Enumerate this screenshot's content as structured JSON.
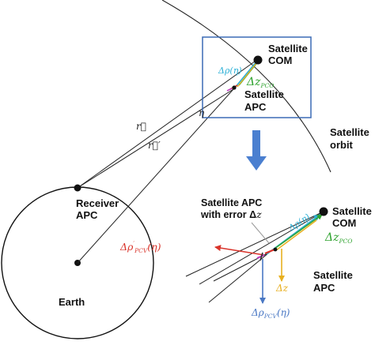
{
  "labels": {
    "sat_com_top_1": "Satellite",
    "sat_com_top_2": "COM",
    "sat_apc_top_1": "Satellite",
    "sat_apc_top_2": "APC",
    "sat_orbit_1": "Satellite",
    "sat_orbit_2": "orbit",
    "receiver_1": "Receiver",
    "receiver_2": "APC",
    "earth": "Earth",
    "sat_apc_err_1": "Satellite APC",
    "sat_apc_err_2": "with error Δ",
    "sat_apc_err_z": "z",
    "sat_com_zoom_1": "Satellite",
    "sat_com_zoom_2": "COM",
    "sat_apc_zoom_1": "Satellite",
    "sat_apc_zoom_2": "APC"
  },
  "math": {
    "delta": "Δ",
    "rho": "ρ",
    "eta_paren": "(η)",
    "eta": "η",
    "z": "z",
    "pco": "PCO",
    "pcv": "PCV",
    "prime": "′",
    "r_vec": "r⃗",
    "r_vec_prime": "r⃗′"
  },
  "colors": {
    "frame_box": "#3b6bb5",
    "arrow_down": "#4a7fd0",
    "cyan": "#2bb0d6",
    "green": "#2fa32f",
    "yellow": "#e8b020",
    "red": "#d9342b",
    "blue": "#4a78c4",
    "magenta": "#c040c0"
  }
}
